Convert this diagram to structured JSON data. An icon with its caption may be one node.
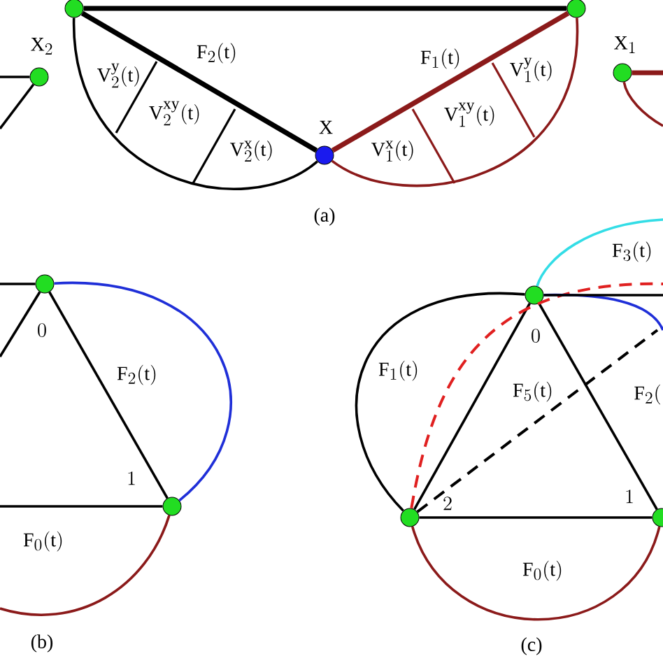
{
  "diagram": {
    "nodes": [
      {
        "text": [],
        "shape": "circle"
      },
      {
        "text": [],
        "shape": "circle"
      },
      {
        "text": [],
        "shape": "circle",
        "beside": [
          "X_2"
        ]
      },
      {
        "text": [],
        "shape": "circle",
        "beside": [
          "X"
        ]
      },
      {
        "text": [],
        "shape": "circle",
        "beside": [
          "X_1"
        ]
      },
      {
        "text": [],
        "shape": "circle",
        "beside": [
          "0"
        ]
      },
      {
        "text": [],
        "shape": "circle",
        "beside": [
          "1"
        ]
      },
      {
        "text": [],
        "shape": "circle",
        "beside": [
          "0"
        ]
      },
      {
        "text": [],
        "shape": "circle",
        "beside": [
          "2"
        ]
      },
      {
        "text": [],
        "shape": "circle",
        "beside": [
          "1"
        ]
      }
    ],
    "edges": [
      {
        "from": 0,
        "to": 1,
        "arrow": "none",
        "style": "thick"
      },
      {
        "from": 0,
        "to": 3,
        "arrow": "none",
        "style": "thick"
      },
      {
        "from": 1,
        "to": 3,
        "arrow": "none",
        "style": "thick",
        "color": "#8b1a1a"
      },
      {
        "from": 0,
        "to": 3,
        "arrow": "none"
      },
      {
        "from": 1,
        "to": 3,
        "arrow": "none",
        "color": "#8b1a1a"
      },
      {
        "from": null,
        "to": 2,
        "arrow": "none"
      },
      {
        "from": 2,
        "to": null,
        "arrow": "none"
      },
      {
        "from": 4,
        "to": null,
        "arrow": "none",
        "style": "thick",
        "color": "#8b1a1a"
      },
      {
        "from": 4,
        "to": null,
        "arrow": "none",
        "color": "#8b1a1a"
      },
      {
        "from": null,
        "to": 5,
        "arrow": "none"
      },
      {
        "from": 5,
        "to": null,
        "arrow": "none"
      },
      {
        "from": 5,
        "to": 6,
        "arrow": "none"
      },
      {
        "from": 5,
        "to": 6,
        "arrow": "none",
        "color": "#1f2fd8"
      },
      {
        "from": null,
        "to": 6,
        "arrow": "none"
      },
      {
        "from": 6,
        "to": null,
        "arrow": "none",
        "color": "#8b1a1a"
      },
      {
        "from": 7,
        "to": 8,
        "arrow": "none"
      },
      {
        "from": 8,
        "to": 9,
        "arrow": "none"
      },
      {
        "from": 7,
        "to": 9,
        "arrow": "none"
      },
      {
        "from": 8,
        "to": 7,
        "arrow": "none"
      },
      {
        "from": 8,
        "to": null,
        "arrow": "none",
        "style": "dashed",
        "color": "#e02020"
      },
      {
        "from": 8,
        "to": null,
        "arrow": "none",
        "style": "dashed"
      },
      {
        "from": 8,
        "to": 9,
        "arrow": "none",
        "color": "#8b1a1a"
      },
      {
        "from": 7,
        "to": null,
        "arrow": "none",
        "color": "#33dde6"
      },
      {
        "from": 7,
        "to": null,
        "arrow": "none",
        "color": "#1f2fd8"
      },
      {
        "from": 7,
        "to": null,
        "arrow": "none"
      }
    ],
    "labels": [
      "F_2(t)",
      "F_1(t)",
      "V_2^y(t)",
      "V_1^y(t)",
      "V_2^{xy}(t)",
      "V_1^{xy}(t)",
      "V_2^x(t)",
      "V_1^x(t)",
      "(a)",
      "F_3(t)",
      "F_2(t)",
      "F_1(t)",
      "F_5(t)",
      "F_2(",
      "F_0(t)",
      "F_0(t)",
      "(b)",
      "(c)"
    ]
  }
}
